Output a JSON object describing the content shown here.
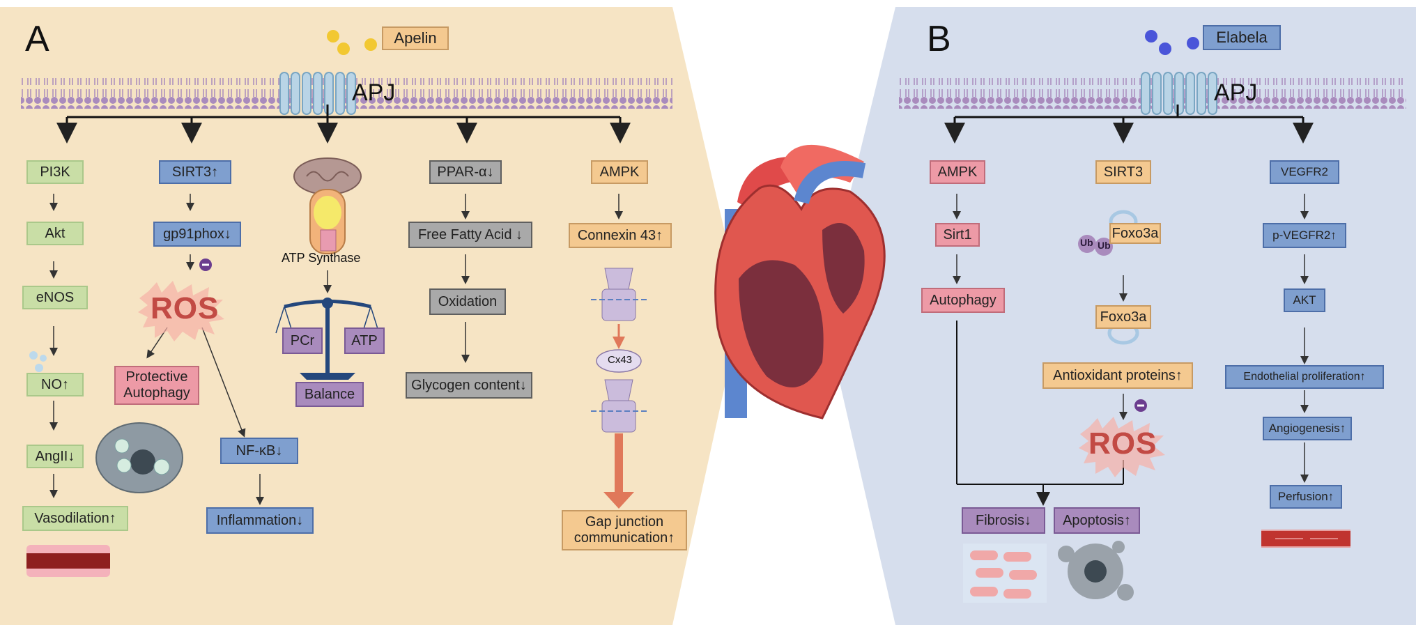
{
  "panelA": {
    "letter": "A",
    "ligand": "Apelin",
    "receptor": "APJ",
    "pathways": {
      "pi3k": [
        "PI3K",
        "Akt",
        "eNOS",
        "NO↑",
        "AngII↓",
        "Vasodilation↑"
      ],
      "sirt3": {
        "start": [
          "SIRT3↑",
          "gp91phox↓"
        ],
        "ros": "ROS",
        "autophagy": "Protective Autophagy",
        "nfkb": "NF-κB↓",
        "inflammation": "Inflammation↓"
      },
      "mito": {
        "atp_synthase": "ATP Synthase",
        "pcr": "PCr",
        "atp": "ATP",
        "balance": "Balance"
      },
      "ppar": [
        "PPAR-α↓",
        "Free Fatty Acid ↓",
        "Oxidation",
        "Glycogen content↓"
      ],
      "ampk": {
        "start": [
          "AMPK",
          "Connexin 43↑"
        ],
        "cx43": "Cx43",
        "gap": "Gap junction communication↑"
      }
    }
  },
  "panelB": {
    "letter": "B",
    "ligand": "Elabela",
    "receptor": "APJ",
    "pathways": {
      "ampk": [
        "AMPK",
        "Sirt1",
        "Autophagy"
      ],
      "sirt3": {
        "sirt3": "SIRT3",
        "foxo_ub": "Foxo3a",
        "ub1": "Ub",
        "ub2": "Ub",
        "foxo": "Foxo3a",
        "antiox": "Antioxidant proteins↑",
        "ros": "ROS"
      },
      "vegfr": [
        "VEGFR2",
        "p-VEGFR2↑",
        "AKT",
        "Endothelial proliferation↑",
        "Angiogenesis↑",
        "Perfusion↑"
      ],
      "outcomes": [
        "Fibrosis↓",
        "Apoptosis↑"
      ]
    }
  },
  "colors": {
    "panelA_bg": "#f6e4c4",
    "panelB_bg": "#d6deed",
    "green": "#c9dea6",
    "blue": "#7f9fcf",
    "gray": "#a9a9a9",
    "orange": "#f4c990",
    "pink": "#ed9aa6",
    "purple": "#a98bbd",
    "ros": "#c24a44"
  }
}
